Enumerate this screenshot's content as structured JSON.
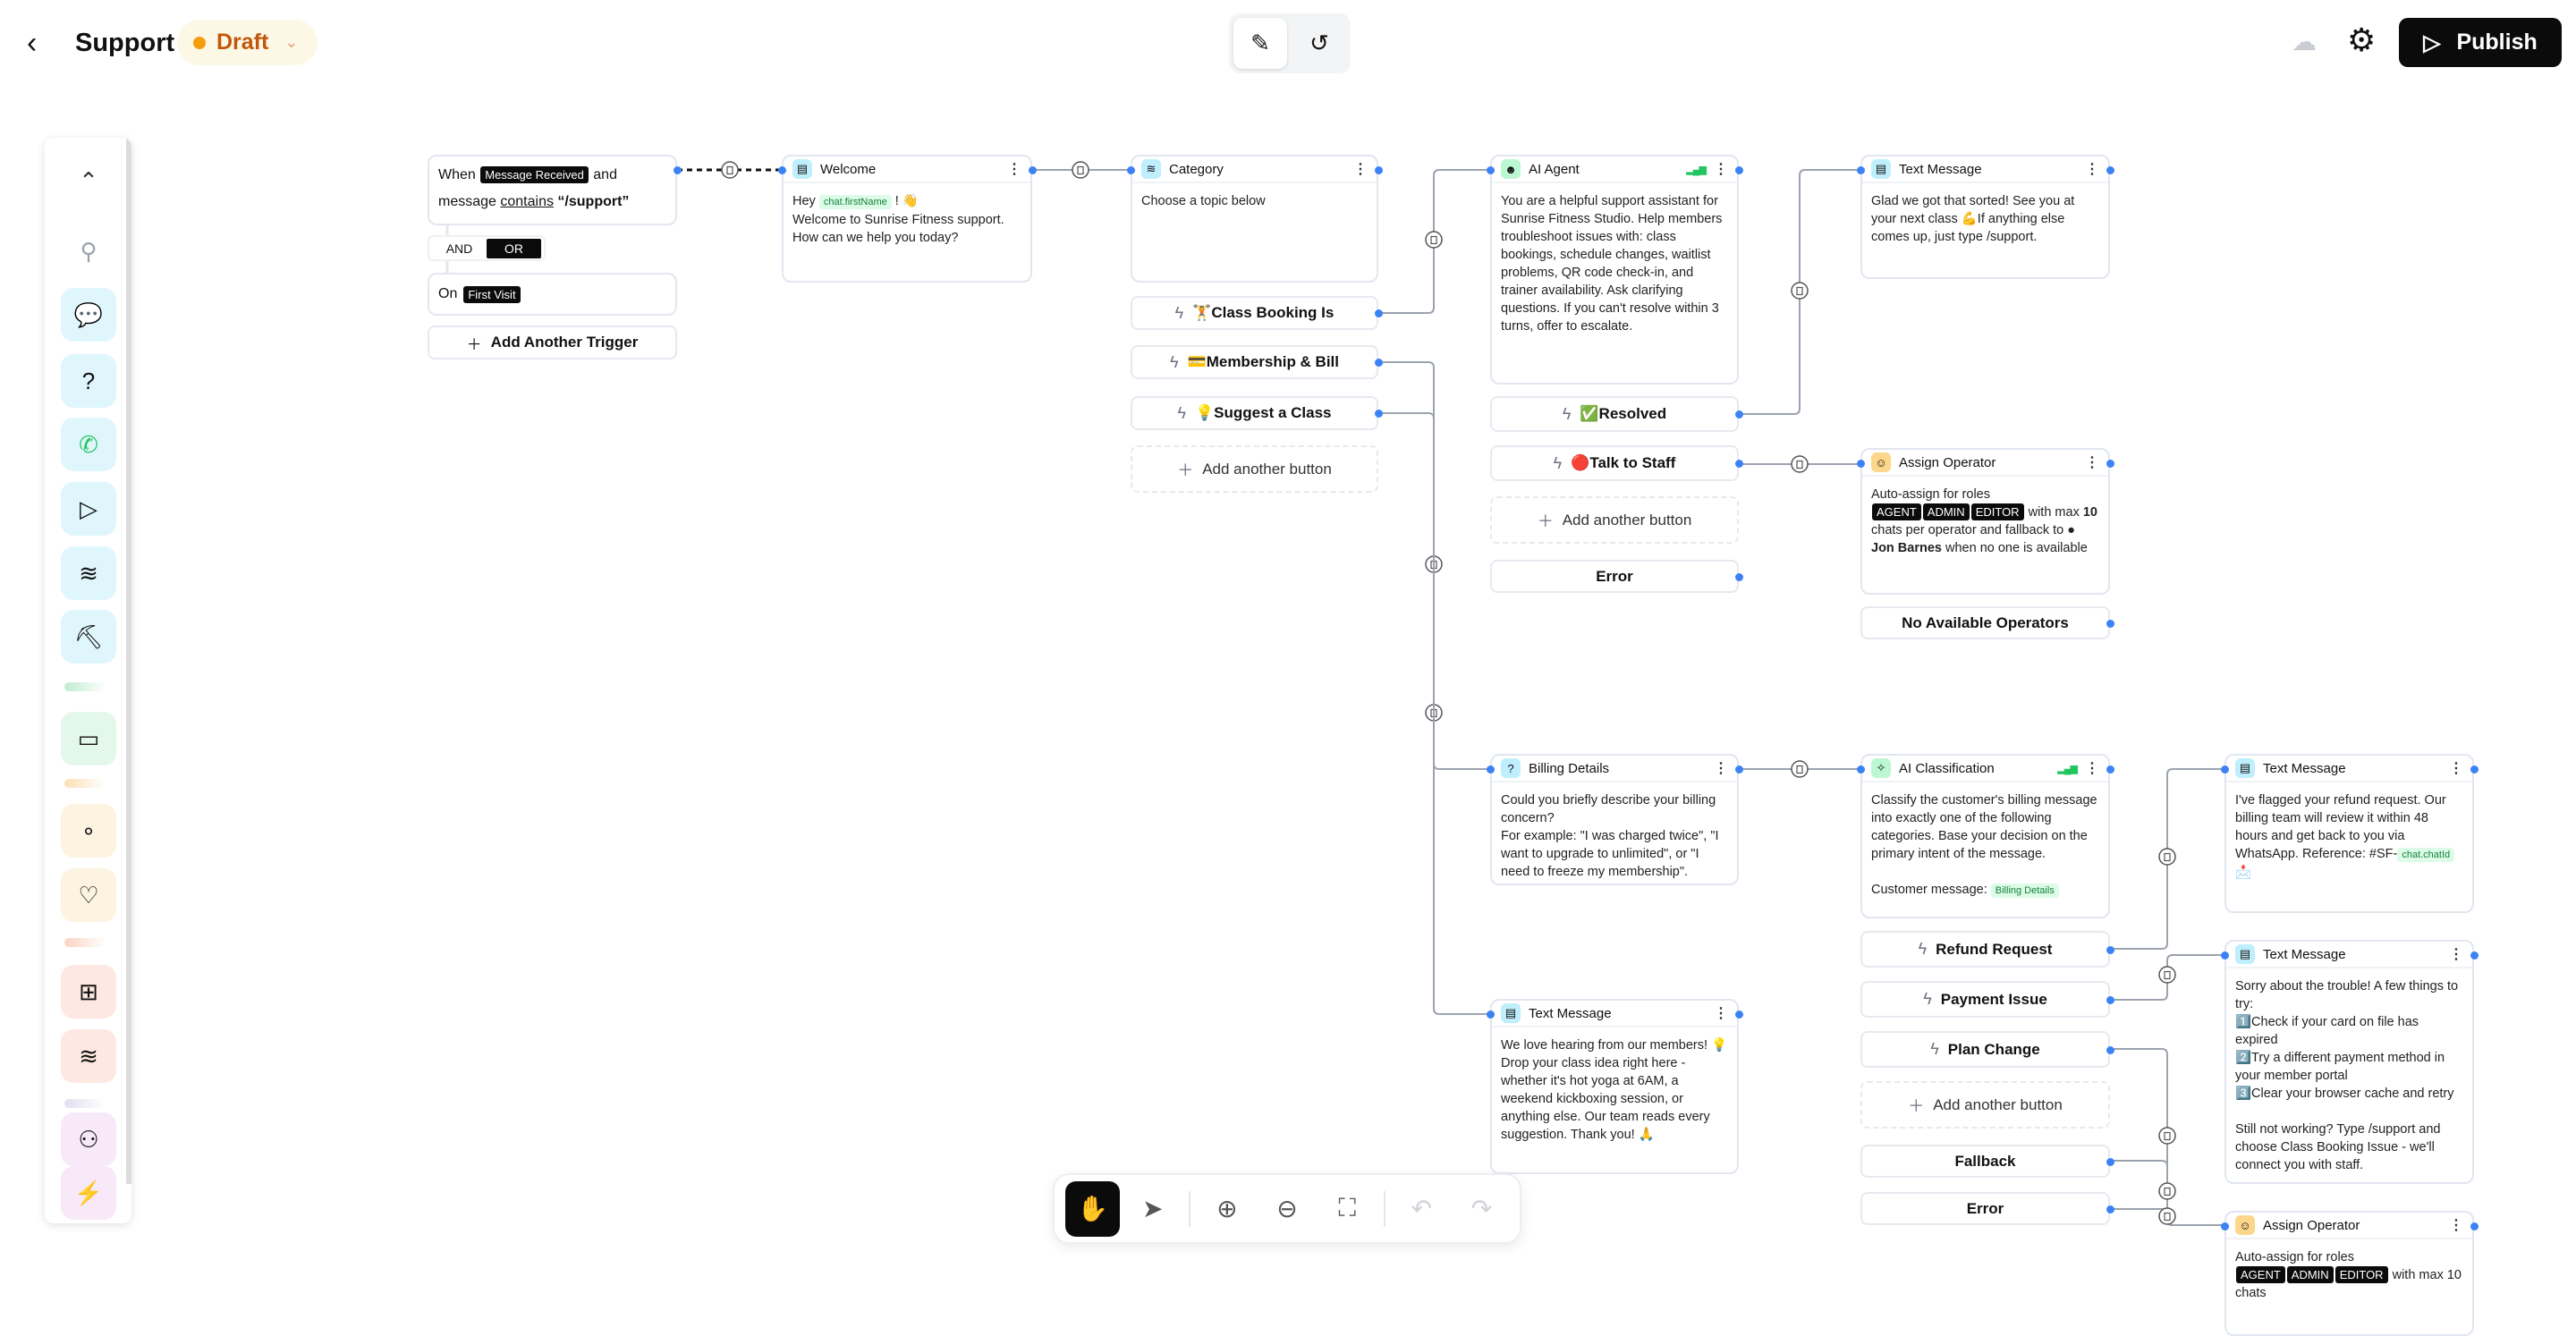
{
  "header": {
    "back_icon": "chevron-left-icon",
    "title": "Support",
    "status": "Draft",
    "status_color": "#f59e0b",
    "publish_label": "Publish",
    "cloud_icon": "cloud-icon",
    "settings_icon": "gear-icon",
    "edit_icon": "pencil-icon",
    "history_icon": "history-icon"
  },
  "sidebar": {
    "items": [
      {
        "icon": "chevron-up-icon",
        "glyph": "⌃",
        "bg": ""
      },
      {
        "icon": "search-icon",
        "glyph": "⚲",
        "bg": ""
      },
      {
        "icon": "message-icon",
        "glyph": "💬",
        "bg": "#e0f6fd"
      },
      {
        "icon": "question-bubble-icon",
        "glyph": "?",
        "bg": "#e0f6fd"
      },
      {
        "icon": "whatsapp-icon",
        "glyph": "✆",
        "bg": "#e0f6fd"
      },
      {
        "icon": "play-icon",
        "glyph": "▷",
        "bg": "#e0f6fd"
      },
      {
        "icon": "layers-icon",
        "glyph": "≋",
        "bg": "#e0f6fd"
      },
      {
        "icon": "pickaxe-icon",
        "glyph": "⛏",
        "bg": "#e0f6fd"
      },
      {
        "icon": "robot-icon",
        "glyph": "▭",
        "bg": "#e3f8ea"
      },
      {
        "icon": "dot-icon",
        "glyph": "∘",
        "bg": "#fdf3e1"
      },
      {
        "icon": "heart-message-icon",
        "glyph": "♡",
        "bg": "#fdf3e1"
      },
      {
        "icon": "apps-icon",
        "glyph": "⊞",
        "bg": "#fde9e2"
      },
      {
        "icon": "layers-icon",
        "glyph": "≋",
        "bg": "#fde9e2"
      },
      {
        "icon": "user-icon",
        "glyph": "⚇",
        "bg": "#f8e9f8"
      },
      {
        "icon": "integration-icon",
        "glyph": "⚡",
        "bg": "#f8e9f8"
      }
    ]
  },
  "trigger": {
    "when": "When",
    "event": "Message Received",
    "and": "and",
    "message": "message",
    "contains": "contains",
    "value": "“/support”",
    "logic": [
      "AND",
      "OR"
    ],
    "logic_selected": "OR",
    "on": "On",
    "on_event": "First Visit",
    "add_label": "Add Another Trigger"
  },
  "colors": {
    "accent": "#3b82f6",
    "message_icon": "#bfeefc",
    "ai_icon": "#bbf7d0",
    "operator_icon": "#fcd68a"
  },
  "nodes": [
    {
      "id": "welcome",
      "icon": "message-icon",
      "title": "Welcome",
      "body": [
        {
          "t": "Hey "
        },
        {
          "chip": "chat.firstName"
        },
        {
          "t": " ! 👋"
        },
        {
          "br": 1
        },
        {
          "t": "Welcome to Sunrise Fitness support."
        },
        {
          "br": 1
        },
        {
          "t": "How can we help you today?"
        }
      ]
    },
    {
      "id": "category",
      "icon": "layers-icon",
      "title": "Category",
      "body": [
        {
          "t": "Choose a topic below"
        }
      ],
      "buttons": [
        "🏋️Class Booking Is",
        "💳Membership & Bill",
        "💡Suggest a Class"
      ],
      "add_button": "Add another button"
    },
    {
      "id": "ai_agent",
      "icon": "robot-icon",
      "title": "AI Agent",
      "signal": true,
      "body": [
        {
          "t": "You are a helpful support assistant for Sunrise Fitness Studio. Help members troubleshoot issues with: class bookings, schedule changes, waitlist problems, QR code check-in, and trainer availability. Ask clarifying questions. If you can't resolve within 3 turns, offer to escalate."
        }
      ],
      "buttons": [
        "✅Resolved",
        "🔴Talk to Staff"
      ],
      "add_button": "Add another button",
      "error": "Error"
    },
    {
      "id": "text1",
      "icon": "message-icon",
      "title": "Text Message",
      "body": [
        {
          "t": "Glad we got that sorted! See you at your next class 💪If anything else comes up, just type /support."
        }
      ]
    },
    {
      "id": "assign1",
      "icon": "operator-icon",
      "title": "Assign Operator",
      "body": [
        {
          "t": "Auto-assign for roles "
        },
        {
          "tag": "AGENT"
        },
        {
          "tag": "ADMIN"
        },
        {
          "tag": "EDITOR"
        },
        {
          "t": " with max "
        },
        {
          "b": "10"
        },
        {
          "t": " chats per operator and fallback to "
        },
        {
          "b": "● Jon Barnes"
        },
        {
          "t": " when no one is available"
        }
      ],
      "fallback": "No Available Operators"
    },
    {
      "id": "billing",
      "icon": "question-bubble-icon",
      "title": "Billing Details",
      "body": [
        {
          "t": "Could you briefly describe your billing concern?"
        },
        {
          "br": 1
        },
        {
          "t": "For example: \"I was charged twice\", \"I want to upgrade to unlimited\", or \"I need to freeze my membership\"."
        }
      ]
    },
    {
      "id": "text_suggest",
      "icon": "message-icon",
      "title": "Text Message",
      "body": [
        {
          "t": "We love hearing from our members! 💡 Drop your class idea right here - whether it's hot yoga at 6AM, a weekend kickboxing session, or anything else. Our team reads every suggestion. Thank you! 🙏"
        }
      ]
    },
    {
      "id": "ai_class",
      "icon": "ai-classification-icon",
      "title": "AI Classification",
      "signal": true,
      "body": [
        {
          "t": "Classify the customer's billing message into exactly one of the following categories. Base your decision on the primary intent of the message."
        },
        {
          "br": 1
        },
        {
          "br": 1
        },
        {
          "t": "Customer message: "
        },
        {
          "chip": "Billing Details"
        }
      ],
      "buttons": [
        "Refund Request",
        "Payment Issue",
        "Plan Change"
      ],
      "add_button": "Add another button",
      "fallback": "Fallback",
      "error": "Error"
    },
    {
      "id": "text_refund",
      "icon": "message-icon",
      "title": "Text Message",
      "body": [
        {
          "t": "I've flagged your refund request. Our billing team will review it within 48 hours and get back to you via WhatsApp. Reference: #SF-"
        },
        {
          "chip": "chat.chatId"
        },
        {
          "br": 1
        },
        {
          "t": "📩"
        }
      ]
    },
    {
      "id": "text_sorry",
      "icon": "message-icon",
      "title": "Text Message",
      "body": [
        {
          "t": "Sorry about the trouble! A few things to try:"
        },
        {
          "br": 1
        },
        {
          "t": "1️⃣Check if your card on file has expired"
        },
        {
          "br": 1
        },
        {
          "t": "2️⃣Try a different payment method in your member portal"
        },
        {
          "br": 1
        },
        {
          "t": "3️⃣Clear your browser cache and retry"
        },
        {
          "br": 1
        },
        {
          "br": 1
        },
        {
          "t": "Still not working? Type /support and choose Class Booking Issue - we'll connect you with staff."
        }
      ]
    },
    {
      "id": "assign2",
      "icon": "operator-icon",
      "title": "Assign Operator",
      "body": [
        {
          "t": "Auto-assign for roles "
        },
        {
          "tag": "AGENT"
        },
        {
          "tag": "ADMIN"
        },
        {
          "tag": "EDITOR"
        },
        {
          "t": " with max 10 chats"
        }
      ]
    }
  ],
  "toolbar": [
    {
      "icon": "hand-icon",
      "glyph": "✋",
      "active": true
    },
    {
      "icon": "pointer-icon",
      "glyph": "➤"
    },
    {
      "icon": "zoom-in-icon",
      "glyph": "⊕"
    },
    {
      "icon": "zoom-out-icon",
      "glyph": "⊖"
    },
    {
      "icon": "fit-screen-icon",
      "glyph": "⛶"
    },
    {
      "icon": "undo-icon",
      "glyph": "↶",
      "disabled": true
    },
    {
      "icon": "redo-icon",
      "glyph": "↷",
      "disabled": true
    }
  ]
}
